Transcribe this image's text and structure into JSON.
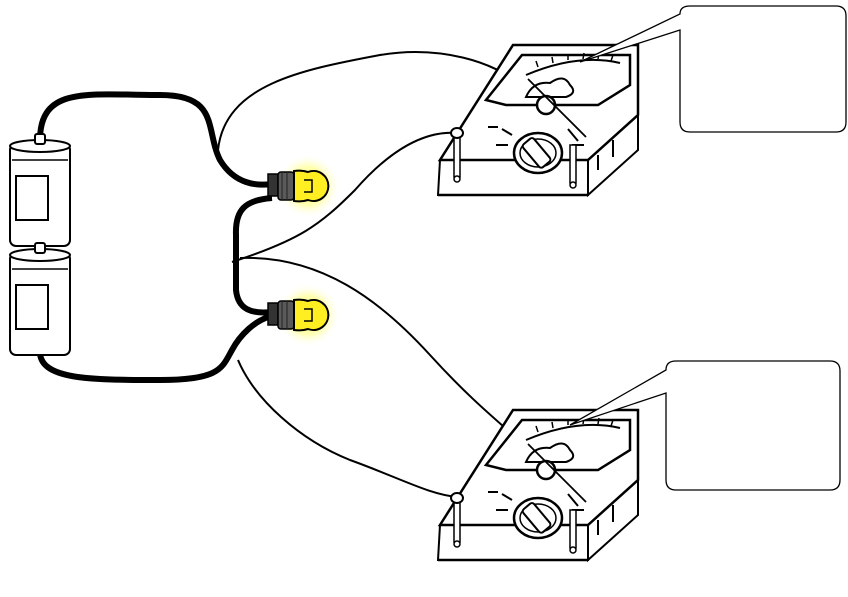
{
  "diagram": {
    "components": {
      "batteries": [
        {
          "id": "battery-top"
        },
        {
          "id": "battery-bottom"
        }
      ],
      "bulbs": [
        {
          "id": "bulb-top",
          "lit": true
        },
        {
          "id": "bulb-bottom",
          "lit": true
        }
      ],
      "meters": [
        {
          "id": "meter-top"
        },
        {
          "id": "meter-bottom"
        }
      ],
      "callouts": [
        {
          "id": "callout-top",
          "text": ""
        },
        {
          "id": "callout-bottom",
          "text": ""
        }
      ]
    },
    "colors": {
      "stroke": "#000000",
      "bulb_glow": "#ffff99",
      "bulb_glass": "#ffee22",
      "socket": "#4d4d4d",
      "background": "#ffffff"
    }
  }
}
